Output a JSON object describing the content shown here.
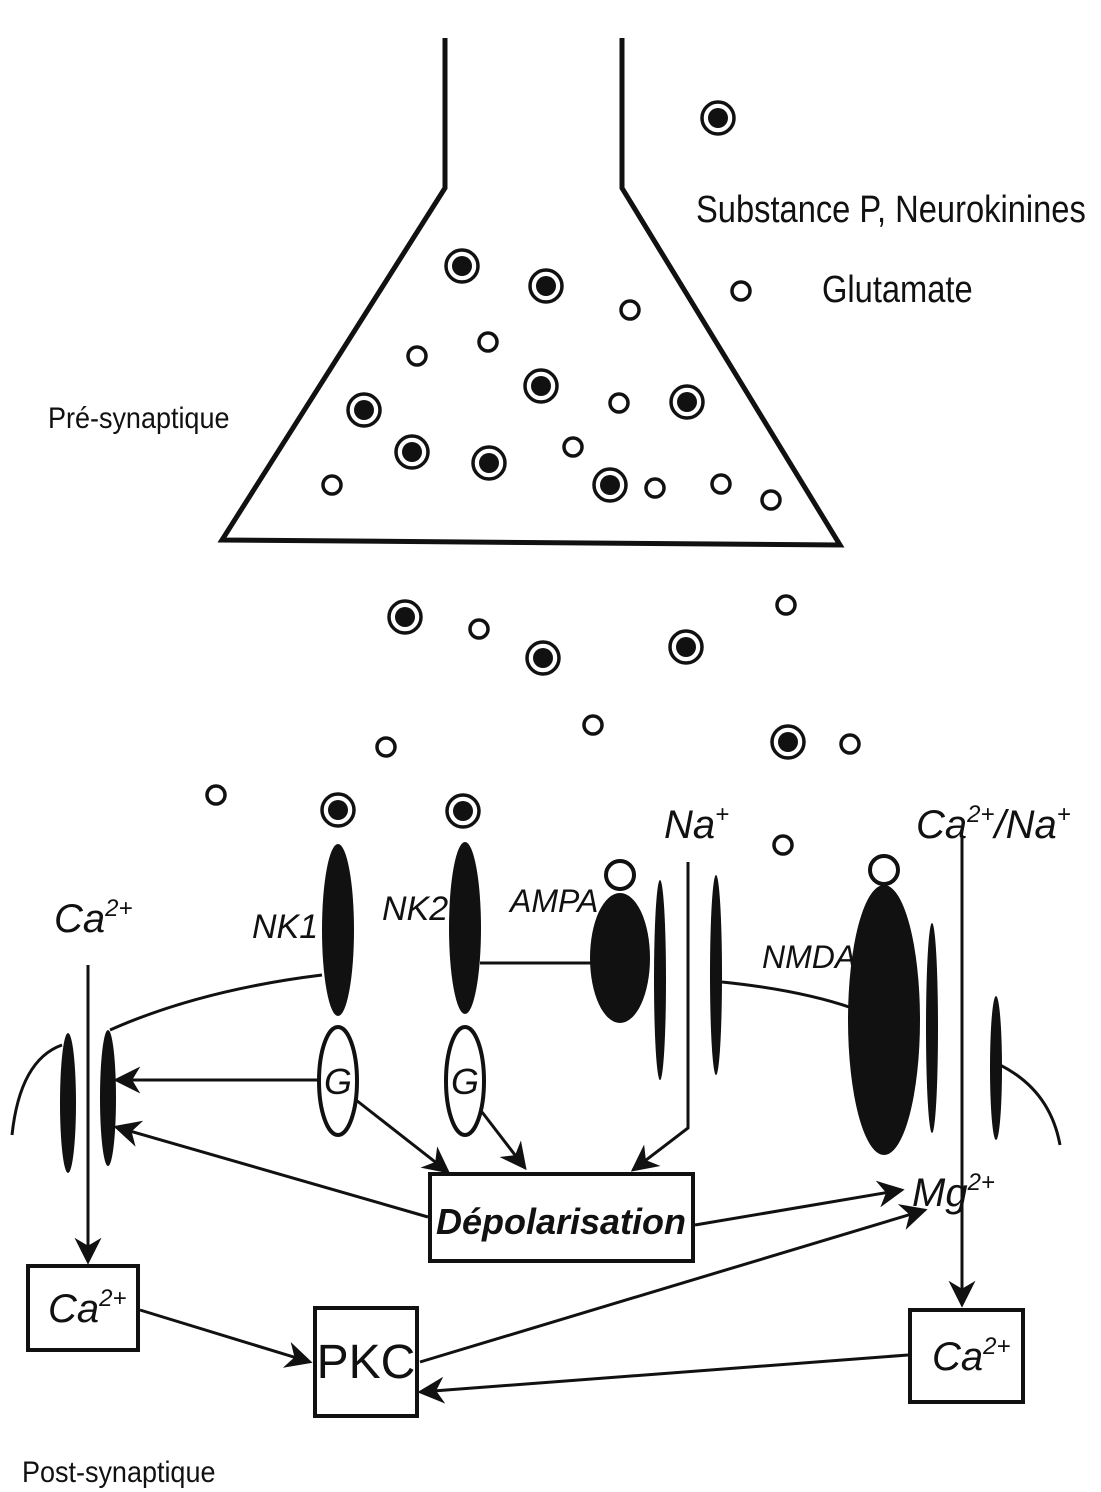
{
  "labels": {
    "legend_large": "Substance P, Neurokinines",
    "legend_small": "Glutamate",
    "presynaptic": "Pré-synaptique",
    "postsynaptic": "Post-synaptique",
    "nk1": "NK1",
    "nk2": "NK2",
    "ampa": "AMPA",
    "nmda": "NMDA",
    "g_protein": "G",
    "depolarisation": "Dépolarisation",
    "pkc": "PKC",
    "ca": "Ca",
    "ca_sup": "2+",
    "na": "Na",
    "na_sup": "+",
    "ca_na_slash": "/Na",
    "mg": "Mg",
    "mg_sup": "2+"
  },
  "vesicle_types": [
    "Substance P, Neurokinines",
    "Glutamate"
  ],
  "colors": {
    "ink": "#111111",
    "background": "#ffffff"
  }
}
